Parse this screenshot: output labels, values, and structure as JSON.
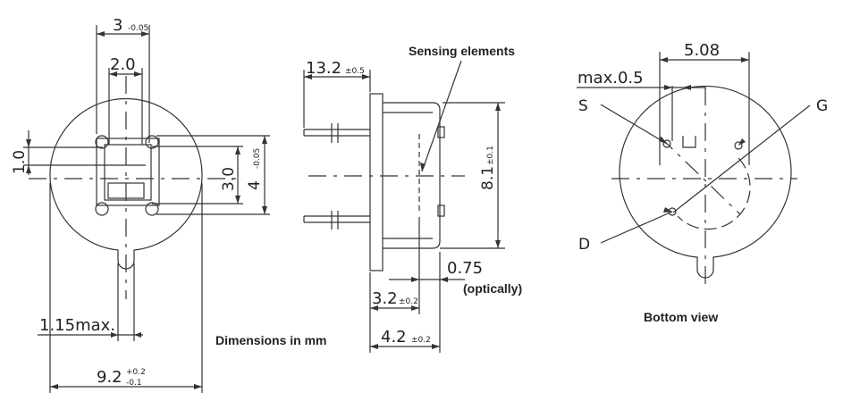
{
  "front_view": {
    "dim_top_width": "3",
    "dim_top_width_tol": "-0.05",
    "dim_inner_width": "2.0",
    "dim_left_height": "1.0",
    "dim_inner_height": "3.0",
    "dim_outer_height": "4",
    "dim_outer_height_tol": "-0.05",
    "dim_lead": "1.15max.",
    "dim_diameter": "9.2",
    "dim_diameter_tol_plus": "+0.2",
    "dim_diameter_tol_minus": "-0.1"
  },
  "side_view": {
    "dim_lead_length": "13.2",
    "dim_lead_length_tol": "±0.5",
    "sensing_label": "Sensing elements",
    "dim_height": "8.1",
    "dim_height_tol": "±0.1",
    "dim_optical": "0.75",
    "optical_label": "(optically)",
    "dim_depth1": "3.2",
    "dim_depth1_tol": "±0.2",
    "dim_depth2": "4.2",
    "dim_depth2_tol": "±0.2",
    "units_label": "Dimensions in mm"
  },
  "bottom_view": {
    "dim_pitch": "5.08",
    "dim_max": "max.0.5",
    "pin_s": "S",
    "pin_g": "G",
    "pin_d": "D",
    "caption": "Bottom view"
  }
}
